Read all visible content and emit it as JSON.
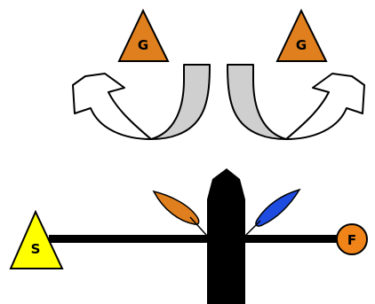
{
  "labels": {
    "goal_left": "G",
    "goal_right": "G",
    "start": "S",
    "finish": "F"
  },
  "colors": {
    "goal_orange": "#E07F1E",
    "start_yellow": "#FFFF00",
    "finish_orange": "#F08418",
    "leaf_orange": "#E07F1E",
    "leaf_blue": "#1F4CE0",
    "stem_black": "#000000",
    "curved_arrow_fill": "#CFCFCF",
    "outline_arrow_fill": "#FFFFFF"
  },
  "icons": {
    "goal": "orange-triangle-badge",
    "start": "yellow-triangle-badge",
    "finish": "orange-circle-badge",
    "left_arrow": "curved-u-turn-left-arrow",
    "right_arrow": "curved-u-turn-right-arrow",
    "trunk": "black-stem",
    "leaf_left": "orange-leaf",
    "leaf_right": "blue-leaf"
  }
}
